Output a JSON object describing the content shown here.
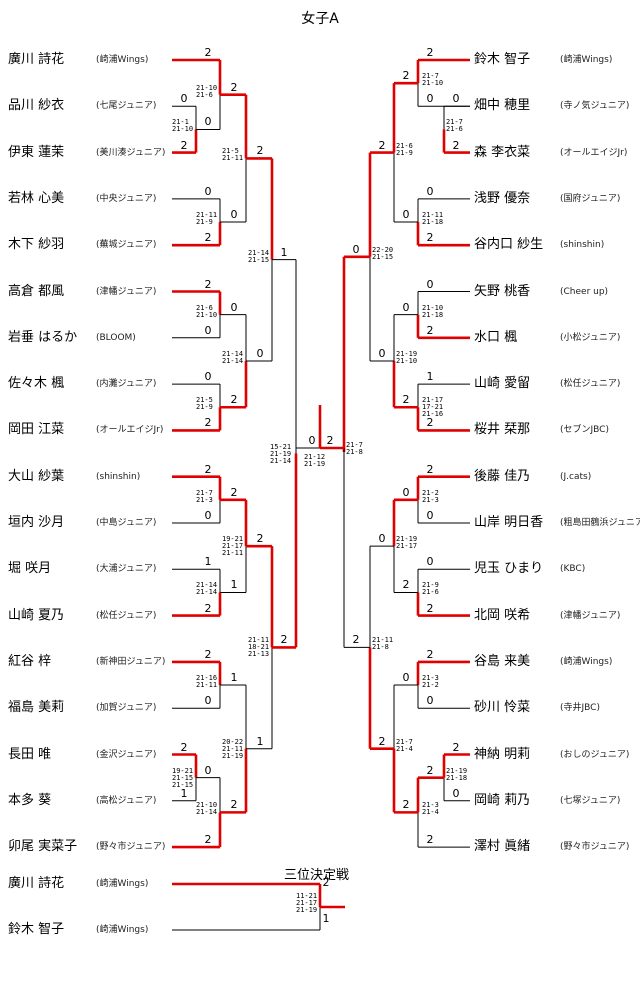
{
  "title": "女子A",
  "bracket": {
    "left_players": [
      {
        "name": "廣川 詩花",
        "club": "(崎浦Wings)"
      },
      {
        "name": "品川 紗衣",
        "club": "(七尾ジュニア)"
      },
      {
        "name": "伊東 蓮茉",
        "club": "(美川湊ジュニア)"
      },
      {
        "name": "若林 心美",
        "club": "(中央ジュニア)"
      },
      {
        "name": "木下 紗羽",
        "club": "(蕪城ジュニア)"
      },
      {
        "name": "高倉 都風",
        "club": "(津幡ジュニア)"
      },
      {
        "name": "岩垂 はるか",
        "club": "(BLOOM)"
      },
      {
        "name": "佐々木 楓",
        "club": "(内灘ジュニア)"
      },
      {
        "name": "岡田 江菜",
        "club": "(オールエイジJr)"
      },
      {
        "name": "大山 紗葉",
        "club": "(shinshin)"
      },
      {
        "name": "垣内 沙月",
        "club": "(中島ジュニア)"
      },
      {
        "name": "堀 咲月",
        "club": "(大浦ジュニア)"
      },
      {
        "name": "山崎 夏乃",
        "club": "(松任ジュニア)"
      },
      {
        "name": "紅谷 梓",
        "club": "(新神田ジュニア)"
      },
      {
        "name": "福島 美莉",
        "club": "(加賀ジュニア)"
      },
      {
        "name": "長田 唯",
        "club": "(金沢ジュニア)"
      },
      {
        "name": "本多 葵",
        "club": "(高松ジュニア)"
      },
      {
        "name": "卯尾 実菜子",
        "club": "(野々市ジュニア)"
      }
    ],
    "right_players": [
      {
        "name": "鈴木 智子",
        "club": "(崎浦Wings)"
      },
      {
        "name": "畑中 穂里",
        "club": "(寺ノ気ジュニア)"
      },
      {
        "name": "森 李衣菜",
        "club": "(オールエイジJr)"
      },
      {
        "name": "浅野 優奈",
        "club": "(国府ジュニア)"
      },
      {
        "name": "谷内口 紗生",
        "club": "(shinshin)"
      },
      {
        "name": "矢野 桃香",
        "club": "(Cheer up)"
      },
      {
        "name": "水口 楓",
        "club": "(小松ジュニア)"
      },
      {
        "name": "山崎 愛留",
        "club": "(松任ジュニア)"
      },
      {
        "name": "桜井 栞那",
        "club": "(セブンJBC)"
      },
      {
        "name": "後藤 佳乃",
        "club": "(J.cats)"
      },
      {
        "name": "山岸 明日香",
        "club": "(粗島田鶴浜ジュニア)"
      },
      {
        "name": "児玉 ひまり",
        "club": "(KBC)"
      },
      {
        "name": "北岡 咲希",
        "club": "(津幡ジュニア)"
      },
      {
        "name": "谷島 来美",
        "club": "(崎浦Wings)"
      },
      {
        "name": "砂川 怜菜",
        "club": "(寺井JBC)"
      },
      {
        "name": "神納 明莉",
        "club": "(おしのジュニア)"
      },
      {
        "name": "岡崎 莉乃",
        "club": "(七塚ジュニア)"
      },
      {
        "name": "澤村 眞緒",
        "club": "(野々市ジュニア)"
      }
    ],
    "match_scores": {
      "l_pre_a": "21-1\n21-10",
      "l_pre_b": "19-21\n21-15\n21-15",
      "l_a": "21-10\n21-6",
      "l_b": "21-11\n21-9",
      "l_c": "21-6\n21-10",
      "l_d": "21-5\n21-9",
      "l_e": "21-7\n21-3",
      "l_f": "21-14\n21-14",
      "l_g": "21-16\n21-11",
      "l_h": "21-10\n21-14",
      "l_qa": "21-5\n21-11",
      "l_qb": "21-14\n21-14",
      "l_qc": "19-21\n21-17\n21-11",
      "l_qd": "20-22\n21-11\n21-19",
      "l_sa": "21-14\n21-15",
      "l_sb": "21-11\n18-21\n21-13",
      "l_semi": "15-21\n21-19\n21-14",
      "final": "21-12\n21-19",
      "r_pre_a": "21-7\n21-6",
      "r_pre_b": "21-19\n21-18",
      "r_a": "21-7\n21-10",
      "r_b": "21-11\n21-18",
      "r_c": "21-10\n21-18",
      "r_d": "21-17\n17-21\n21-16",
      "r_e": "21-2\n21-3",
      "r_f": "21-9\n21-6",
      "r_g": "21-3\n21-2",
      "r_h": "21-3\n21-4",
      "r_qa": "21-6\n21-9",
      "r_qb": "21-19\n21-10",
      "r_qc": "21-19\n21-17",
      "r_qd": "21-7\n21-4",
      "r_sa": "22-20\n21-15",
      "r_sb": "21-11\n21-8",
      "r_semi": "21-7\n21-8",
      "third": "11-21\n21-17\n21-19"
    },
    "third_place": {
      "label": "三位決定戦",
      "players": [
        {
          "name": "廣川 詩花",
          "club": "(崎浦Wings)"
        },
        {
          "name": "鈴木 智子",
          "club": "(崎浦Wings)"
        }
      ]
    },
    "colors": {
      "winner_line": "#e00000",
      "loser_line": "#000000"
    }
  }
}
